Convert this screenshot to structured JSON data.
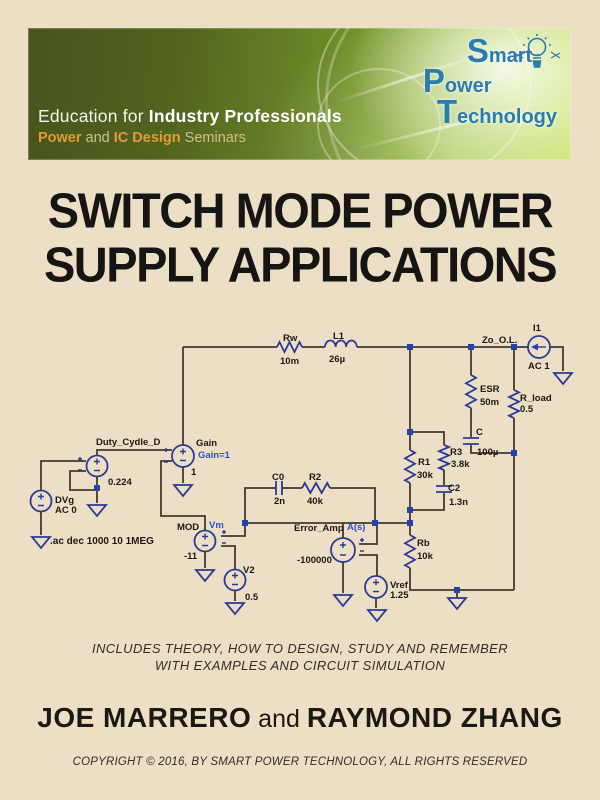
{
  "banner": {
    "line1_normal": "Education for ",
    "line1_bold": "Industry Professionals",
    "line2_bold1": "Power",
    "line2_normal1": " and ",
    "line2_bold2": "IC Design",
    "line2_normal2": " Seminars",
    "colors": {
      "dark_green": "#47541c",
      "light_green": "#c6e05e",
      "orange": "#e39c35"
    }
  },
  "logo": {
    "word1": "Smart",
    "word2": "Power",
    "word3": "Technology",
    "color": "#2a7cad",
    "icon": "light-bulb-in-hand"
  },
  "title": {
    "line1": "SWITCH MODE POWER",
    "line2": "SUPPLY APPLICATIONS"
  },
  "circuit": {
    "labels": {
      "rw_name": "Rw",
      "rw_value": "10m",
      "l1_name": "L1",
      "l1_value": "26µ",
      "zo_node": "Zo_O.L.",
      "i1_name": "I1",
      "i1_value": "AC 1",
      "esr_name": "ESR",
      "esr_value": "50m",
      "c_name": "C",
      "c_value": "100µ",
      "rload_name": "R_load",
      "rload_value": "0.5",
      "duty_name": "Duty_Cydle_D",
      "duty_value": "0.224",
      "dvg_name": "DVg",
      "dvg_value": "AC 0",
      "ac_directive": ".ac dec 1000 10 1MEG",
      "gain_name": "Gain",
      "gain_param": "Gain=1",
      "gain_value": "1",
      "mod_name": "MOD",
      "mod_node": "Vm",
      "mod_value": "-11",
      "v2_name": "V2",
      "v2_value": "0.5",
      "c0_name": "C0",
      "c0_value": "2n",
      "r2_name": "R2",
      "r2_value": "40k",
      "erramp_name": "Error_Amp",
      "erramp_node": "A(s)",
      "erramp_value": "-100000",
      "r1_name": "R1",
      "r1_value": "30k",
      "r3_name": "R3",
      "r3_value": "3.8k",
      "c2_name": "C2",
      "c2_value": "1.3n",
      "rb_name": "Rb",
      "rb_value": "10k",
      "vref_name": "Vref",
      "vref_value": "1.25"
    }
  },
  "tagline": {
    "line1": "INCLUDES THEORY, HOW TO DESIGN, STUDY AND REMEMBER",
    "line2": "WITH EXAMPLES AND CIRCUIT SIMULATION"
  },
  "authors": {
    "name1": "JOE MARRERO",
    "connector": " and ",
    "name2": "RAYMOND ZHANG"
  },
  "copyright": "COPYRIGHT © 2016, BY SMART POWER TECHNOLOGY, ALL RIGHTS RESERVED"
}
